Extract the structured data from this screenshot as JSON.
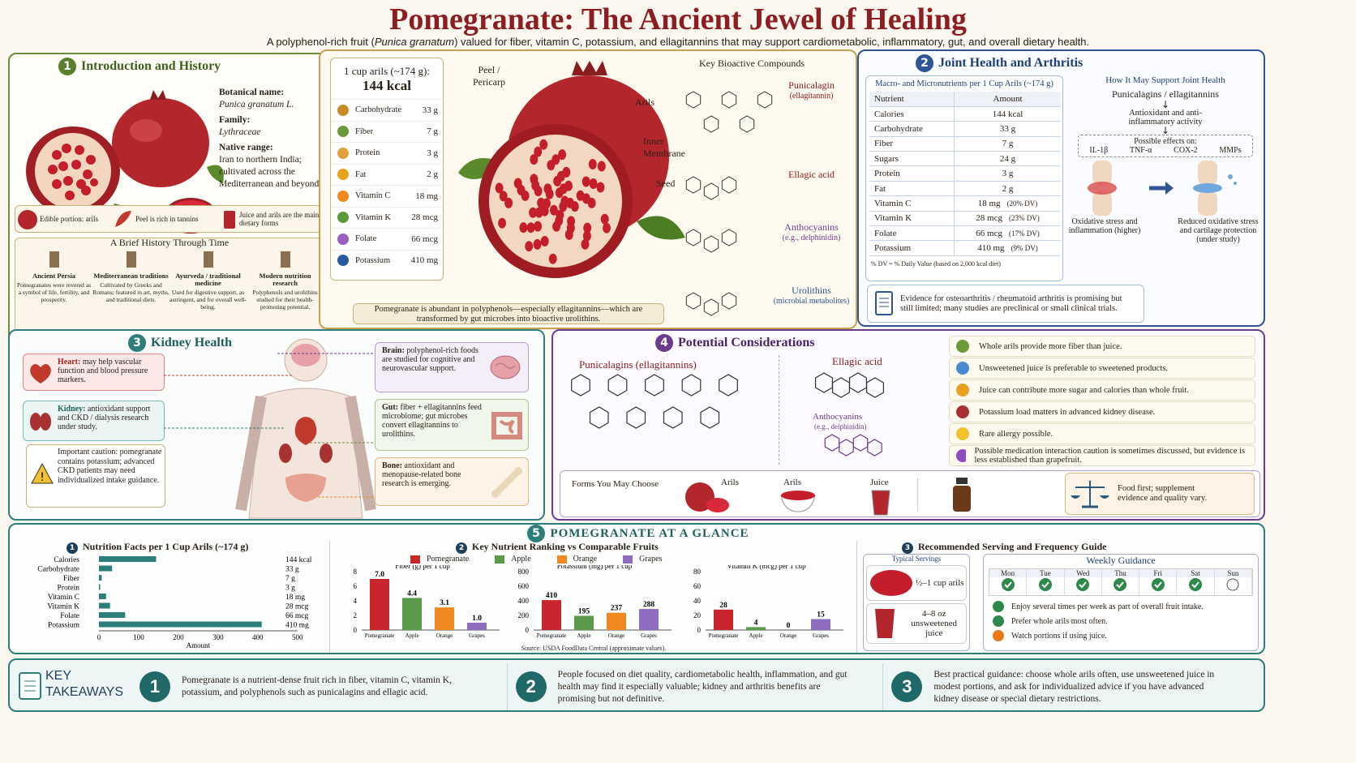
{
  "title": "Pomegranate: The Ancient Jewel of Healing",
  "subtitle": {
    "pre": "A polyphenol-rich fruit (",
    "italic": "Punica granatum",
    "post": ") valued for fiber, vitamin C, potassium, and ellagitannins that may support cardiometabolic, inflammatory, gut, and overall dietary health."
  },
  "colors": {
    "green": "#6c8f3f",
    "navy": "#2f5596",
    "teal": "#2d7d7b",
    "purple": "#6b3c8d",
    "red": "#b3262c",
    "title": "#8c1d20"
  },
  "intro": {
    "num": "1",
    "title": "Introduction and History",
    "bot_label": "Botanical name:",
    "bot_value": "Punica granatum L.",
    "fam_label": "Family:",
    "fam_value": "Lythraceae",
    "range_label": "Native range:",
    "range_value": "Iran to northern India; cultivated across the Mediterranean and beyond",
    "tags": [
      "Edible portion: arils",
      "Peel is rich in tannins",
      "Juice and arils are the main dietary forms"
    ],
    "history_title": "A Brief History Through Time",
    "history": [
      {
        "title": "Ancient Persia",
        "text": "Pomegranates were revered as a symbol of life, fertility, and prosperity.",
        "icon": "column-icon"
      },
      {
        "title": "Mediterranean traditions",
        "text": "Cultivated by Greeks and Romans; featured in art, myths, and traditional diets.",
        "icon": "temple-icon"
      },
      {
        "title": "Ayurveda / traditional medicine",
        "text": "Used for digestive support, as astringent, and for overall well-being.",
        "icon": "mortar-icon"
      },
      {
        "title": "Modern nutrition research",
        "text": "Polyphenols and urolithins studied for their health-promoting potential.",
        "icon": "microscope-icon"
      }
    ]
  },
  "center": {
    "cup_title": "1 cup arils (~174 g):",
    "kcal": "144 kcal",
    "nutrients": [
      [
        "Carbohydrate",
        "33 g",
        "wheat-icon",
        "#c98a2a"
      ],
      [
        "Fiber",
        "7 g",
        "leaf-icon",
        "#6c9a3a"
      ],
      [
        "Protein",
        "3 g",
        "arm-icon",
        "#e0a040"
      ],
      [
        "Fat",
        "2 g",
        "drop-icon",
        "#e8a020"
      ],
      [
        "Vitamin C",
        "18 mg",
        "orange-icon",
        "#f08a20"
      ],
      [
        "Vitamin K",
        "28 mcg",
        "leaf-icon",
        "#5a9a3a"
      ],
      [
        "Folate",
        "66 mcg",
        "flower-icon",
        "#9a60c0"
      ],
      [
        "Potassium",
        "410 mg",
        "potassium-icon",
        "#2a5aa0"
      ]
    ],
    "labels": {
      "peel": "Peel / Pericarp",
      "arils": "Arils",
      "inner": "Inner Membrane",
      "seed": "Seed"
    },
    "compounds_title": "Key Bioactive Compounds",
    "compounds": [
      {
        "name": "Punicalagin",
        "sub": "(ellagitannin)"
      },
      {
        "name": "Ellagic acid",
        "sub": ""
      },
      {
        "name": "Anthocyanins",
        "sub": "(e.g., delphinidin)"
      },
      {
        "name": "Urolithins",
        "sub": "(microbial metabolites)"
      }
    ],
    "footnote": "Pomegranate is abundant in polyphenols—especially ellagitannins—which are transformed by gut microbes into bioactive urolithins."
  },
  "joint": {
    "num": "2",
    "title": "Joint Health and Arthritis",
    "table_title": "Macro- and Micronutrients per 1 Cup Arils (~174 g)",
    "headers": [
      "Nutrient",
      "Amount"
    ],
    "rows": [
      [
        "Calories",
        "144 kcal",
        ""
      ],
      [
        "Carbohydrate",
        "33 g",
        ""
      ],
      [
        "Fiber",
        "7 g",
        ""
      ],
      [
        "Sugars",
        "24 g",
        ""
      ],
      [
        "Protein",
        "3 g",
        ""
      ],
      [
        "Fat",
        "2 g",
        ""
      ],
      [
        "Vitamin C",
        "18 mg",
        "(20% DV)"
      ],
      [
        "Vitamin K",
        "28 mcg",
        "(23% DV)"
      ],
      [
        "Folate",
        "66 mcg",
        "(17% DV)"
      ],
      [
        "Potassium",
        "410 mg",
        "(9% DV)"
      ]
    ],
    "dv_note": "% DV = % Daily Value (based on 2,000 kcal diet)",
    "support_title": "How It May Support Joint Health",
    "step1": "Punicalagins / ellagitannins",
    "step2": "Antioxidant and anti-inflammatory activity",
    "effects_title": "Possible effects on:",
    "effects": [
      "IL-1β",
      "TNF-α",
      "COX-2",
      "MMPs"
    ],
    "left_joint": "Oxidative stress and inflammation (higher)",
    "right_joint": "Reduced oxidative stress and cartilage protection (under study)",
    "evidence": "Evidence for osteoarthritis / rheumatoid arthritis is promising but still limited; many studies are preclinical or small clinical trials."
  },
  "kidney": {
    "num": "3",
    "title": "Kidney Health",
    "heart": {
      "bold": "Heart:",
      "text": " may help vascular function and blood pressure markers."
    },
    "kidney": {
      "bold": "Kidney:",
      "text": " antioxidant support and CKD / dialysis research under study."
    },
    "caution": "Important caution: pomegranate contains potassium; advanced CKD patients may need individualized intake guidance.",
    "brain": {
      "bold": "Brain:",
      "text": " polyphenol-rich foods are studied for cognitive and neurovascular support."
    },
    "gut": {
      "bold": "Gut:",
      "text": " fiber + ellagitannins feed microbiome; gut microbes convert ellagitannins to urolithins."
    },
    "bone": {
      "bold": "Bone:",
      "text": " antioxidant and menopause-related bone research is emerging."
    }
  },
  "consider": {
    "num": "4",
    "title": "Potential Considerations",
    "struct1": "Punicalagins (ellagitannins)",
    "struct2": "Ellagic acid",
    "struct3": "Anthocyanins",
    "struct3sub": "(e.g., delphinidin)",
    "items": [
      [
        "Whole arils provide more fiber than juice.",
        "leaf-icon"
      ],
      [
        "Unsweetened juice is preferable to sweetened products.",
        "cup-icon"
      ],
      [
        "Juice can contribute more sugar and calories than whole fruit.",
        "bars-icon"
      ],
      [
        "Potassium load matters in advanced kidney disease.",
        "kidney-icon"
      ],
      [
        "Rare allergy possible.",
        "warning-icon"
      ],
      [
        "Possible medication interaction caution is sometimes discussed, but evidence is less established than grapefruit.",
        "pill-icon"
      ]
    ],
    "forms_title": "Forms You May Choose",
    "forms": [
      "Arils",
      "Arils",
      "Juice"
    ],
    "food_first": "Food first; supplement evidence and quality vary."
  },
  "glance": {
    "num": "5",
    "title": "POMEGRANATE AT A GLANCE",
    "c1_title": "Nutrition Facts per 1 Cup Arils (~174 g)",
    "c2_title": "Key Nutrient Ranking vs Comparable Fruits",
    "c3_title": "Recommended Serving and Frequency Guide",
    "source": "Source: USDA FoodData Central (approximate values).",
    "typical": "Typical Servings",
    "serv1": "½–1 cup arils",
    "serv2": "4–8 oz unsweetened juice",
    "weekly": "Weekly Guidance",
    "days": [
      "Mon",
      "Tue",
      "Wed",
      "Thu",
      "Fri",
      "Sat",
      "Sun"
    ],
    "days_on": [
      true,
      true,
      true,
      true,
      true,
      true,
      false
    ],
    "tips": [
      "Enjoy several times per week as part of overall fruit intake.",
      "Prefer whole arils most often.",
      "Watch portions if using juice."
    ]
  },
  "takeaways": {
    "title1": "KEY",
    "title2": "TAKEAWAYS",
    "items": [
      "Pomegranate is a nutrient-dense fruit rich in fiber, vitamin C, vitamin K, potassium, and polyphenols such as punicalagins and ellagic acid.",
      "People focused on diet quality, cardiometabolic health, inflammation, and gut health may find it especially valuable; kidney and arthritis benefits are promising but not definitive.",
      "Best practical guidance: choose whole arils often, use unsweetened juice in modest portions, and ask for individualized advice if you have advanced kidney disease or special dietary restrictions."
    ]
  },
  "chart_data": [
    {
      "type": "bar",
      "orientation": "horizontal",
      "title": "Nutrition Facts per 1 Cup Arils (~174 g)",
      "categories": [
        "Calories",
        "Carbohydrate",
        "Fiber",
        "Protein",
        "Vitamin C",
        "Vitamin K",
        "Folate",
        "Potassium"
      ],
      "values": [
        144,
        33,
        7,
        3,
        18,
        28,
        66,
        410
      ],
      "value_labels": [
        "144 kcal",
        "33 g",
        "7 g",
        "3 g",
        "18 mg",
        "28 mcg",
        "66 mcg",
        "410 mg"
      ],
      "xlabel": "Amount",
      "xlim": [
        0,
        500
      ],
      "xticks": [
        0,
        100,
        200,
        300,
        400,
        500
      ]
    },
    {
      "type": "bar",
      "title": "Fiber (g) per 1 cup",
      "categories": [
        "Pomegranate",
        "Apple",
        "Orange",
        "Grapes"
      ],
      "values": [
        7.0,
        4.4,
        3.1,
        1.0
      ],
      "value_labels": [
        "7.0",
        "4.4",
        "3.1",
        "1.0"
      ],
      "ylim": [
        0,
        8
      ],
      "yticks": [
        0,
        2,
        4,
        6,
        8
      ]
    },
    {
      "type": "bar",
      "title": "Potassium (mg) per 1 cup",
      "categories": [
        "Pomegranate",
        "Apple",
        "Orange",
        "Grapes"
      ],
      "values": [
        410,
        195,
        237,
        288
      ],
      "value_labels": [
        "410",
        "195",
        "237",
        "288"
      ],
      "ylim": [
        0,
        800
      ],
      "yticks": [
        0,
        200,
        400,
        600,
        800
      ]
    },
    {
      "type": "bar",
      "title": "Vitamin K (mcg) per 1 cup",
      "categories": [
        "Pomegranate",
        "Apple",
        "Orange",
        "Grapes"
      ],
      "values": [
        28,
        4,
        0,
        15
      ],
      "value_labels": [
        "28",
        "4",
        "0",
        "15"
      ],
      "ylim": [
        0,
        80
      ],
      "yticks": [
        0,
        20,
        40,
        60,
        80
      ]
    }
  ],
  "legend": [
    {
      "name": "Pomegranate",
      "color": "#c8262c"
    },
    {
      "name": "Apple",
      "color": "#5a9a4a"
    },
    {
      "name": "Orange",
      "color": "#f08a20"
    },
    {
      "name": "Grapes",
      "color": "#8e6cc0"
    }
  ]
}
